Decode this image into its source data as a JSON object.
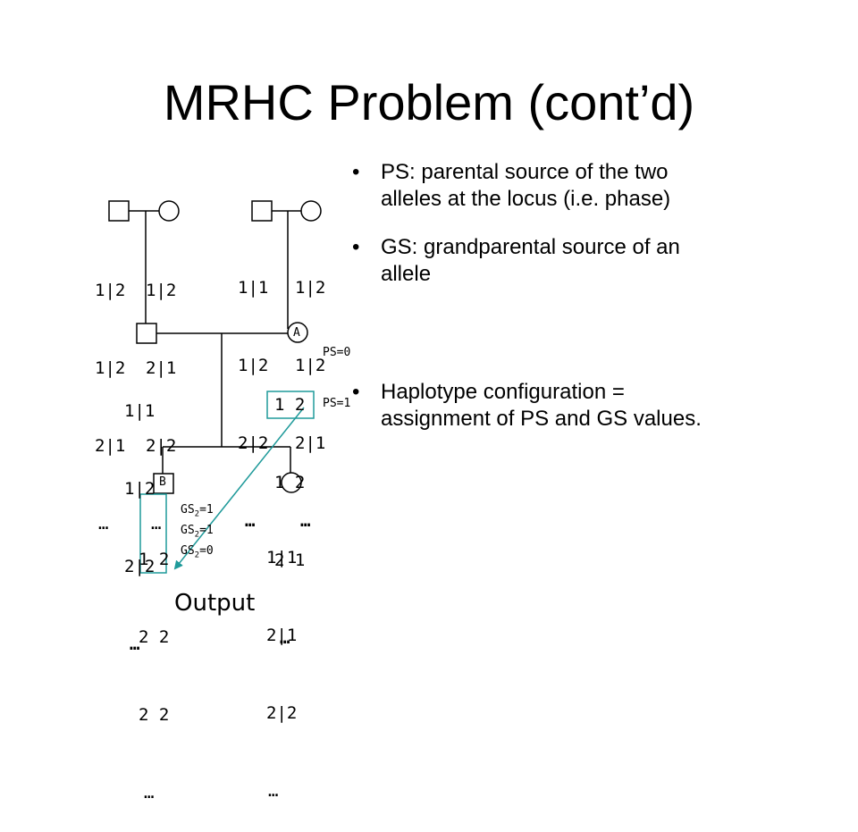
{
  "slide": {
    "title": "MRHC Problem (cont’d)",
    "bullets": [
      {
        "marker": "•",
        "lines": [
          "PS: parental source of the two",
          "alleles at the locus (i.e. phase)"
        ]
      },
      {
        "marker": "•",
        "lines": [
          "GS: grandparental source of an",
          "allele"
        ]
      },
      {
        "marker": "•",
        "lines": [
          "Haplotype configuration =",
          "assignment of PS and GS values."
        ]
      }
    ]
  },
  "pedigree": {
    "grandparents_left": {
      "father_genotypes": [
        "1|2",
        "1|2",
        "2|1",
        "…"
      ],
      "mother_genotypes": [
        "1|2",
        "2|1",
        "2|2",
        "…"
      ]
    },
    "grandparents_right": {
      "father_genotypes": [
        "1|1",
        "1|2",
        "2|2",
        "…"
      ],
      "mother_genotypes": [
        "1|2",
        "1|2",
        "2|1",
        "…"
      ]
    },
    "parent_father": {
      "genotypes": [
        "1|1",
        "1|2",
        "2|2",
        "…"
      ]
    },
    "parent_mother": {
      "label": "A",
      "genotypes": [
        "1 2",
        "1 2",
        "2 1",
        "…"
      ],
      "ps_annotations": [
        "PS=0",
        "PS=1"
      ]
    },
    "child_son": {
      "label": "B",
      "genotypes": [
        "1 2",
        "2 2",
        "2 2",
        "…"
      ],
      "gs_annotations": [
        {
          "prefix": "GS",
          "sub": "2",
          "value": "=1"
        },
        {
          "prefix": "GS",
          "sub": "2",
          "value": "=1"
        },
        {
          "prefix": "GS",
          "sub": "2",
          "value": "=0"
        }
      ]
    },
    "child_daughter": {
      "genotypes": [
        "1|1",
        "2|1",
        "2|2",
        "…"
      ]
    },
    "output_label": "Output",
    "colors": {
      "arrow": "#1f9a9a",
      "highlight_box": "#1f9a9a",
      "lines": "#000000"
    }
  }
}
